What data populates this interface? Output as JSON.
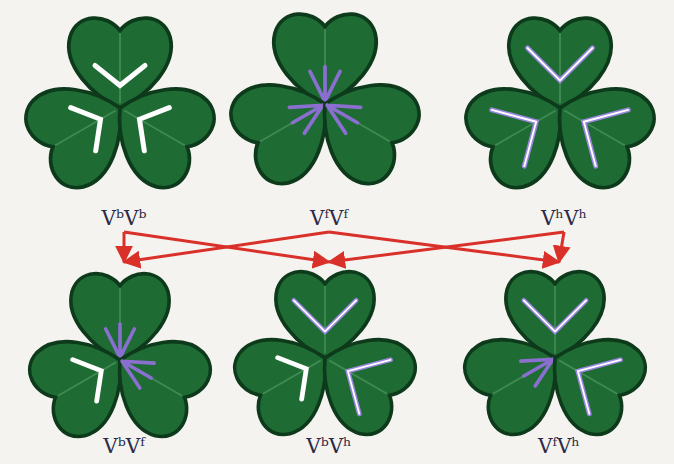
{
  "diagram": {
    "nodes": [
      {
        "text": [
          "VᵇVᵇ"
        ]
      },
      {
        "text": [
          "VᶠVᶠ"
        ]
      },
      {
        "text": [
          "VʰVʰ"
        ]
      },
      {
        "text": [
          "VᵇVᶠ"
        ]
      },
      {
        "text": [
          "VᵇVʰ"
        ]
      },
      {
        "text": [
          "VᶠVʰ"
        ]
      }
    ],
    "edges": [
      {
        "from": 0,
        "to": 3,
        "arrow": "to"
      },
      {
        "from": 1,
        "to": 3,
        "arrow": "to"
      },
      {
        "from": 0,
        "to": 4,
        "arrow": "to"
      },
      {
        "from": 2,
        "to": 4,
        "arrow": "to"
      },
      {
        "from": 1,
        "to": 5,
        "arrow": "to"
      },
      {
        "from": 2,
        "to": 5,
        "arrow": "to"
      }
    ]
  }
}
